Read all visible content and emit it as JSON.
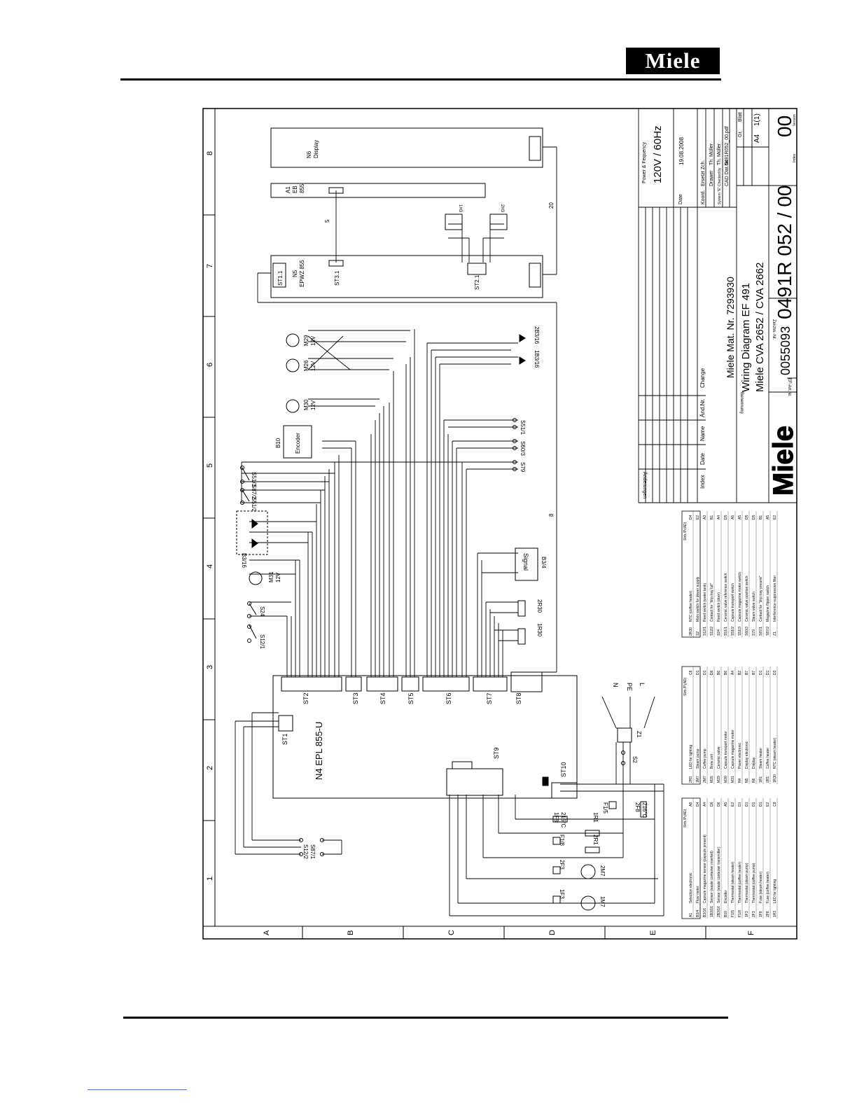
{
  "brand": {
    "logo_text": "Miele"
  },
  "frame": {
    "columns": [
      "1",
      "2",
      "3",
      "4",
      "5",
      "6",
      "7",
      "8"
    ],
    "rows": [
      "A",
      "B",
      "C",
      "D",
      "E",
      "F"
    ]
  },
  "components": {
    "n4": "N4  EPL 855-U",
    "st1": "ST1",
    "st2": "ST2",
    "st3": "ST3",
    "st4": "ST4",
    "st5": "ST5",
    "st6": "ST6",
    "st7": "ST7",
    "st8": "ST8",
    "st9": "ST9",
    "st10": "ST10",
    "s12_1": "S12/1",
    "s24": "S24",
    "m31": "M31",
    "m31_v": "12V",
    "r3_16": "B3/16",
    "s51_3": "S51/3",
    "s87_2": "S87/2",
    "s51_2": "S51/2",
    "b10": "B10",
    "encoder": "Encoder",
    "m30": "M30",
    "m30_v": "12V",
    "m26": "M26",
    "m26_v": "12V",
    "m29": "M29",
    "m29_v": "12V",
    "b3_16_1": "1B3/16",
    "b3_16_2": "2B3/16",
    "s51_1": "S51/1",
    "s60_3": "S60/3",
    "s79": "S79",
    "signal": "Signal",
    "b3_4": "B3/4",
    "r30_1": "1R30",
    "r30_2": "2R30",
    "n5": "N5",
    "n5_sub": "EPWZ 855",
    "st1_1": "ST1.1",
    "st3_1": "ST3.1",
    "st2_1": "ST2.1",
    "a1": "A1",
    "a1_sub1": "EB",
    "a1_sub2": "855",
    "n6": "N6",
    "n6_sub": "Display",
    "h1": "1H3",
    "h2": "2H3",
    "s12_2": "S12/2",
    "s87_1": "S87/1",
    "f1_3": "1F3",
    "f2_3": "2F3",
    "m7_1": "1M7",
    "m7_2": "2M7",
    "f1_8": "F1/8",
    "r2_1": "2R1",
    "f1_8b": "1F8",
    "f1_8b_t": "216°C",
    "r1_1": "1R1",
    "f1_5": "F1/5",
    "f2_8": "2F8",
    "f2_8_t": "216°C",
    "z1": "Z1",
    "s2": "S2",
    "n_label": "N",
    "pe_label": "PE",
    "l_label": "L",
    "bus5": "5",
    "bus20": "20",
    "bus8": "8"
  },
  "legend": {
    "col_header": "Strb./P.(AD)",
    "table1": [
      [
        "A1",
        "Selection electronic",
        "A8"
      ],
      [
        "B3/4",
        "Flow meter",
        "D4"
      ],
      [
        "B3/16",
        "Capsule magazine sensor (capsule present)",
        "A4"
      ],
      [
        "1B3/16",
        "Sensor (waste container inserted)",
        "D6"
      ],
      [
        "2B3/16",
        "Sensor (waste container transmitter)",
        "D6"
      ],
      [
        "B10",
        "Encoder",
        "A5"
      ],
      [
        "F1/5",
        "Thermostat (steam heater)",
        "E2"
      ],
      [
        "F1/8",
        "Thermostat (coffee heater)",
        "D1"
      ],
      [
        "1F3",
        "Thermostat (steam pump)",
        "D1"
      ],
      [
        "2F3",
        "Thermostat (coffee pump)",
        "D1"
      ],
      [
        "1F8",
        "Fuse (steam heater)",
        "D1"
      ],
      [
        "2F8",
        "Fuse (coffee heater)",
        "E2"
      ],
      [
        "1H3",
        "LED for lighting",
        "C8"
      ]
    ],
    "table2": [
      [
        "2H3",
        "LED for lighting",
        "C8"
      ],
      [
        "1M7",
        "Steam pump",
        "D1"
      ],
      [
        "2M7",
        "Coffee pump",
        "D1"
      ],
      [
        "M26",
        "Brew unit",
        "D6"
      ],
      [
        "M29",
        "Ceramic valve",
        "B6"
      ],
      [
        "M30",
        "Capsule transport motor",
        "B6"
      ],
      [
        "M31",
        "Capsule magazine motor",
        "A4"
      ],
      [
        "N4",
        "Power electronic",
        "B2"
      ],
      [
        "N5",
        "Display electronic",
        "B7"
      ],
      [
        "N6",
        "Display",
        "B7"
      ],
      [
        "1R1",
        "Steam heater",
        "D1"
      ],
      [
        "2R1",
        "Coffee heater",
        "D1"
      ],
      [
        "1R30",
        "NTC (steam heater)",
        "D3"
      ]
    ],
    "table3": [
      [
        "2R30",
        "NTC (coffee heater)",
        "D4"
      ],
      [
        "S2",
        "Main switch for power supply",
        "E2"
      ],
      [
        "S12/1",
        "Reed switch (water tank)",
        "A3"
      ],
      [
        "S12/2",
        "Contact for \"drip tray full\"",
        "B1"
      ],
      [
        "S24",
        "Reed switch (door)",
        "A4"
      ],
      [
        "S51/1",
        "Ceramic valve reference switch",
        "D5"
      ],
      [
        "S51/2",
        "Capsule transport switch",
        "A5"
      ],
      [
        "S51/3",
        "Capsule magazine motor switch",
        "A5"
      ],
      [
        "S60/3",
        "Ceramic valve position switch",
        "D5"
      ],
      [
        "S79",
        "Steam valve switch",
        "D5"
      ],
      [
        "S87/1",
        "Contact for \"drip tray present\"",
        "B1"
      ],
      [
        "S87/2",
        "Magazine flipper switch",
        "A5"
      ],
      [
        "Z1",
        "Interference-suppression filter",
        "E2"
      ]
    ]
  },
  "title_block": {
    "changes_label": "Änderungen",
    "changes_headers": [
      "Index",
      "Date",
      "Name",
      "Änd.Nr.",
      "Change"
    ],
    "power_label": "Power & Fequency",
    "power_value": "120V / 60Hz",
    "date_label": "Date",
    "date_value": "19.08.2008",
    "koord": "Koord.",
    "ersetzt": "Ersetzt Zch.",
    "drawer_label": "Drawer",
    "drawer": "Th. Müller",
    "checked_label": "Checked by",
    "checked": "Th. Müller",
    "system_label": "System \"E\"",
    "cad_label": "CAD Dat.Nr.",
    "cad_value": "0491R052_00.pdf",
    "gr_label": "Gr.",
    "blatt_label": "Blatt",
    "gr_value": "A4",
    "blatt_value": "1(1)",
    "mat_nr": "Miele Mat. Nr. 7293930",
    "title_line1": "Wiring Diagram EF 491",
    "title_line2": "Miele CVA 2652 / CVA 2662",
    "bezeichnung": "Benennung",
    "ef_label": "EF-Art.Nr.",
    "art_nr": "0055093",
    "zeich_label": "Zeichn.-Nr.",
    "drawing_no": "0491R 052 / 00",
    "index_label": "Index",
    "version": "00",
    "version_label": "Version",
    "logo": "Miele"
  }
}
